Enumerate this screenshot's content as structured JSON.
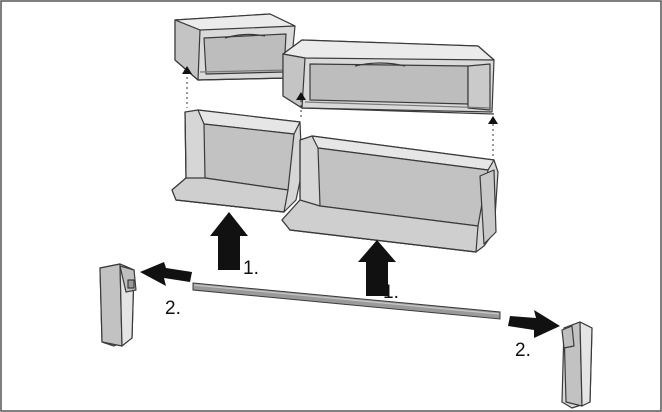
{
  "labels": {
    "step1_left": "1.",
    "step1_right": "1.",
    "step2_left": "2.",
    "step2_right": "2."
  },
  "colors": {
    "frame": "#555555",
    "part_fill": "#d9d9d9",
    "part_shade": "#bdbdbd",
    "part_dark": "#9a9a9a",
    "outline": "#3a3a3a",
    "arrow": "#111111",
    "rod": "#8c8c8c"
  }
}
